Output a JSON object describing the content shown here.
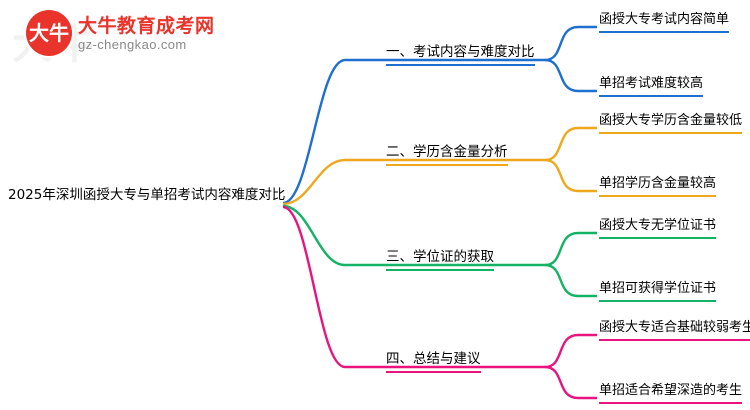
{
  "logo": {
    "brand_cn": "大牛教育成考网",
    "brand_url": "gz-chengkao.com",
    "badge_text": "大牛",
    "ghost_text": "大牛",
    "brand_color": "#e8342a"
  },
  "mindmap": {
    "root": "2025年深圳函授大专与单招考试内容难度对比",
    "branches": [
      {
        "label": "一、考试内容与难度对比",
        "color": "#1f6fd0",
        "children": [
          "函授大专考试内容简单",
          "单招考试难度较高"
        ]
      },
      {
        "label": "二、学历含金量分析",
        "color": "#efa81e",
        "children": [
          "函授大专学历含金量较低",
          "单招学历含金量较高"
        ]
      },
      {
        "label": "三、学位证的获取",
        "color": "#13b264",
        "children": [
          "函授大专无学位证书",
          "单招可获得学位证书"
        ]
      },
      {
        "label": "四、总结与建议",
        "color": "#e8147f",
        "children": [
          "函授大专适合基础较弱考生",
          "单招适合希望深造的考生"
        ]
      }
    ]
  }
}
